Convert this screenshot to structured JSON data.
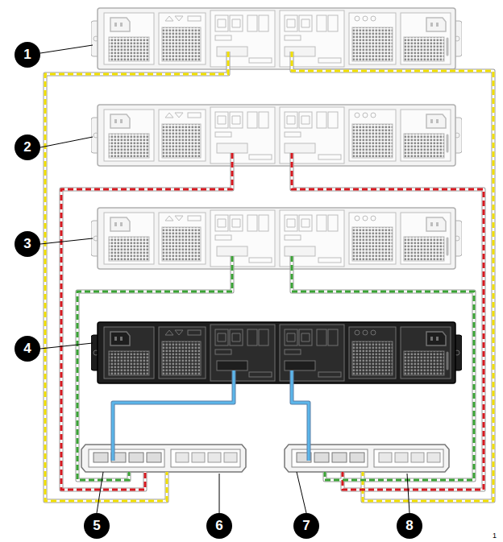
{
  "diagram": {
    "labels": [
      "1",
      "2",
      "3",
      "4",
      "5",
      "6",
      "7",
      "8",
      "1"
    ]
  }
}
